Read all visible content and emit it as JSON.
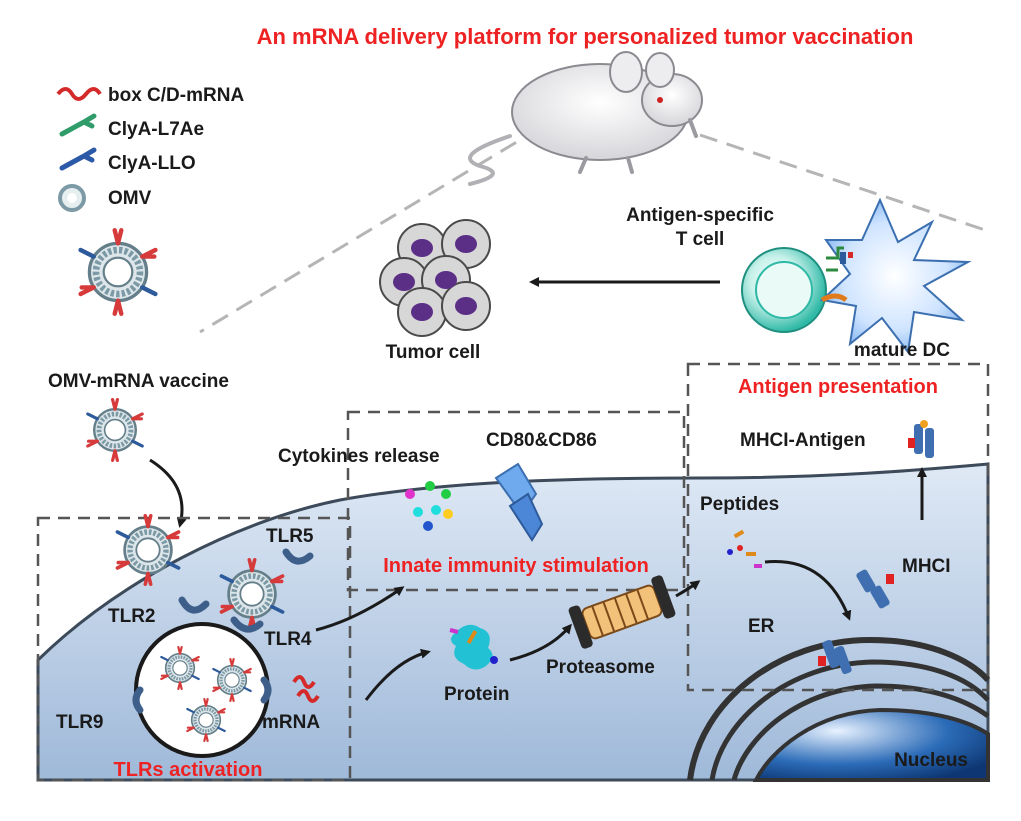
{
  "title": "An mRNA delivery platform for personalized tumor vaccination",
  "legend": [
    {
      "label": "box C/D-mRNA",
      "icon": "red-wave-mrna-icon"
    },
    {
      "label": "ClyA-L7Ae",
      "icon": "green-fork-protein-icon"
    },
    {
      "label": "ClyA-LLO",
      "icon": "blue-fork-protein-icon"
    },
    {
      "label": "OMV",
      "icon": "omv-ring-icon"
    }
  ],
  "labels": {
    "antigen_t_cell": "Antigen-specific",
    "antigen_t_cell_2": "T cell",
    "tumor_cell": "Tumor cell",
    "mature_dc": "mature DC",
    "omv_vaccine": "OMV-mRNA vaccine",
    "antigen_presentation": "Antigen presentation",
    "mhci_antigen": "MHCI-Antigen",
    "cytokines": "Cytokines release",
    "cd80": "CD80&CD86",
    "innate": "Innate immunity stimulation",
    "tlr5": "TLR5",
    "tlr2": "TLR2",
    "tlr4": "TLR4",
    "tlr9": "TLR9",
    "mrna": "mRNA",
    "tlrs_activation": "TLRs activation",
    "protein": "Protein",
    "proteasome": "Proteasome",
    "peptides": "Peptides",
    "mhci": "MHCI",
    "er": "ER",
    "nucleus": "Nucleus"
  },
  "colors": {
    "accent_red": "#ee2222",
    "cell_blue": "#b8cde6",
    "cell_edge": "#3c4a5a",
    "omv_gray": "#7c9aa5",
    "dc_blue": "#6fa9ee",
    "t_cell_teal": "#2fb9a6",
    "tumor_purple": "#5b2f86"
  }
}
